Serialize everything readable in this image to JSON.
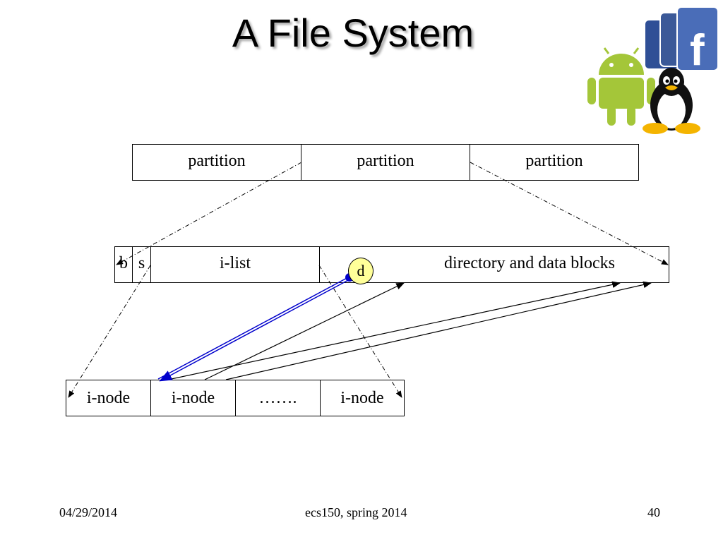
{
  "slide": {
    "title": "A File System",
    "footer": {
      "date": "04/29/2014",
      "course": "ecs150, spring 2014",
      "page": "40"
    }
  },
  "diagram": {
    "partitions": [
      "partition",
      "partition",
      "partition"
    ],
    "layout_cells": [
      "b",
      "s",
      "i-list",
      "directory and data blocks"
    ],
    "directory_marker": "d",
    "inodes": [
      "i-node",
      "i-node",
      "…….",
      "i-node"
    ]
  },
  "logos": [
    "facebook-logo",
    "android-logo",
    "linux-tux-logo"
  ],
  "colors": {
    "directory_pointer": "#0000cc",
    "marker_fill": "#ffff99"
  }
}
